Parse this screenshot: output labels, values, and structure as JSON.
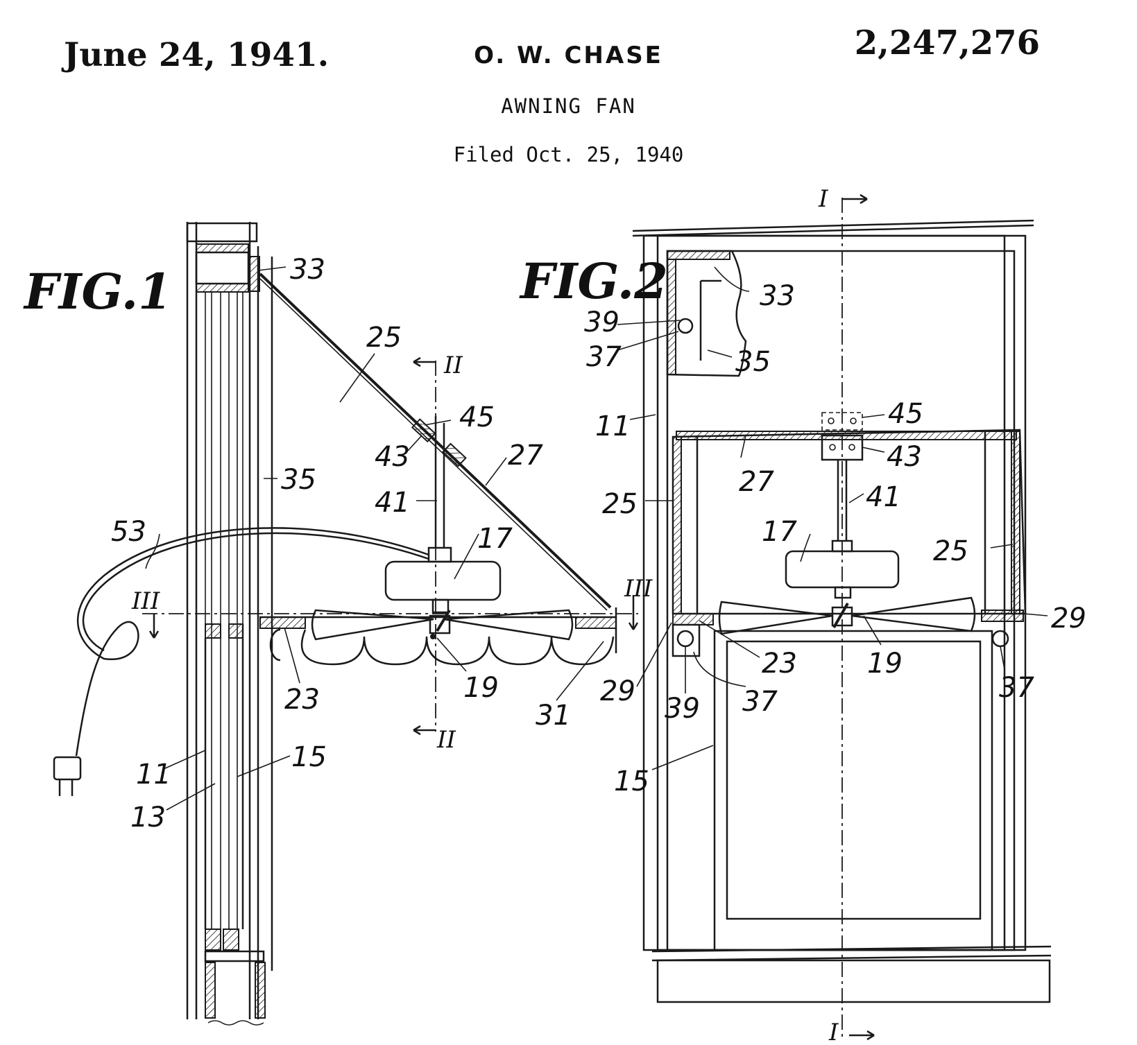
{
  "header": {
    "date": "June 24, 1941.",
    "inventor": "O. W. CHASE",
    "patent_number": "2,247,276",
    "title": "AWNING FAN",
    "filed": "Filed Oct. 25, 1940"
  },
  "figures": {
    "fig1": {
      "label": "FIG.1",
      "section_markers": {
        "ii_top": "II",
        "ii_bottom": "II",
        "iii_left": "III",
        "iii_right": "III"
      },
      "reference_numerals": {
        "r33": "33",
        "r25": "25",
        "r45": "45",
        "r43": "43",
        "r27": "27",
        "r41": "41",
        "r17": "17",
        "r35": "35",
        "r53": "53",
        "r23": "23",
        "r19": "19",
        "r31": "31",
        "r11": "11",
        "r13": "13",
        "r15": "15"
      }
    },
    "fig2": {
      "label": "FIG.2",
      "section_markers": {
        "i_top": "I",
        "i_bottom": "I"
      },
      "reference_numerals": {
        "r33": "33",
        "r39a": "39",
        "r37a": "37",
        "r35": "35",
        "r11": "11",
        "r45": "45",
        "r43": "43",
        "r27": "27",
        "r25a": "25",
        "r41": "41",
        "r17": "17",
        "r25b": "25",
        "r29a": "29",
        "r23": "23",
        "r19": "19",
        "r29b": "29",
        "r39b": "39",
        "r37b": "37",
        "r37c": "37",
        "r15": "15"
      }
    }
  }
}
